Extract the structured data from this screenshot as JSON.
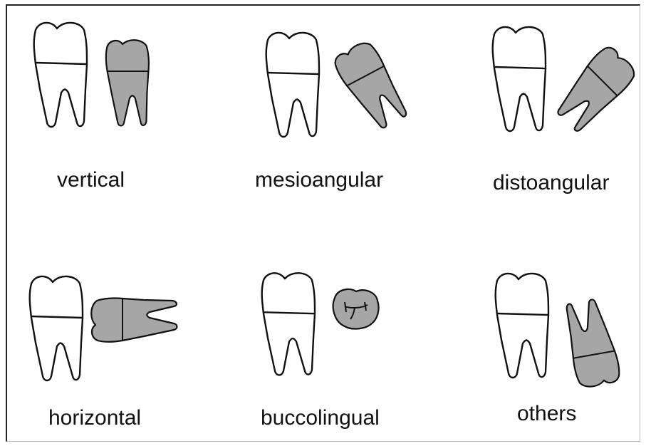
{
  "colors": {
    "outline": "#111111",
    "tooth_white": "#ffffff",
    "impacted_gray": "#a6a6a6"
  },
  "panels": [
    {
      "label": "vertical"
    },
    {
      "label": "mesioangular"
    },
    {
      "label": "distoangular"
    },
    {
      "label": "horizontal"
    },
    {
      "label": "buccolingual"
    },
    {
      "label": "others"
    }
  ]
}
